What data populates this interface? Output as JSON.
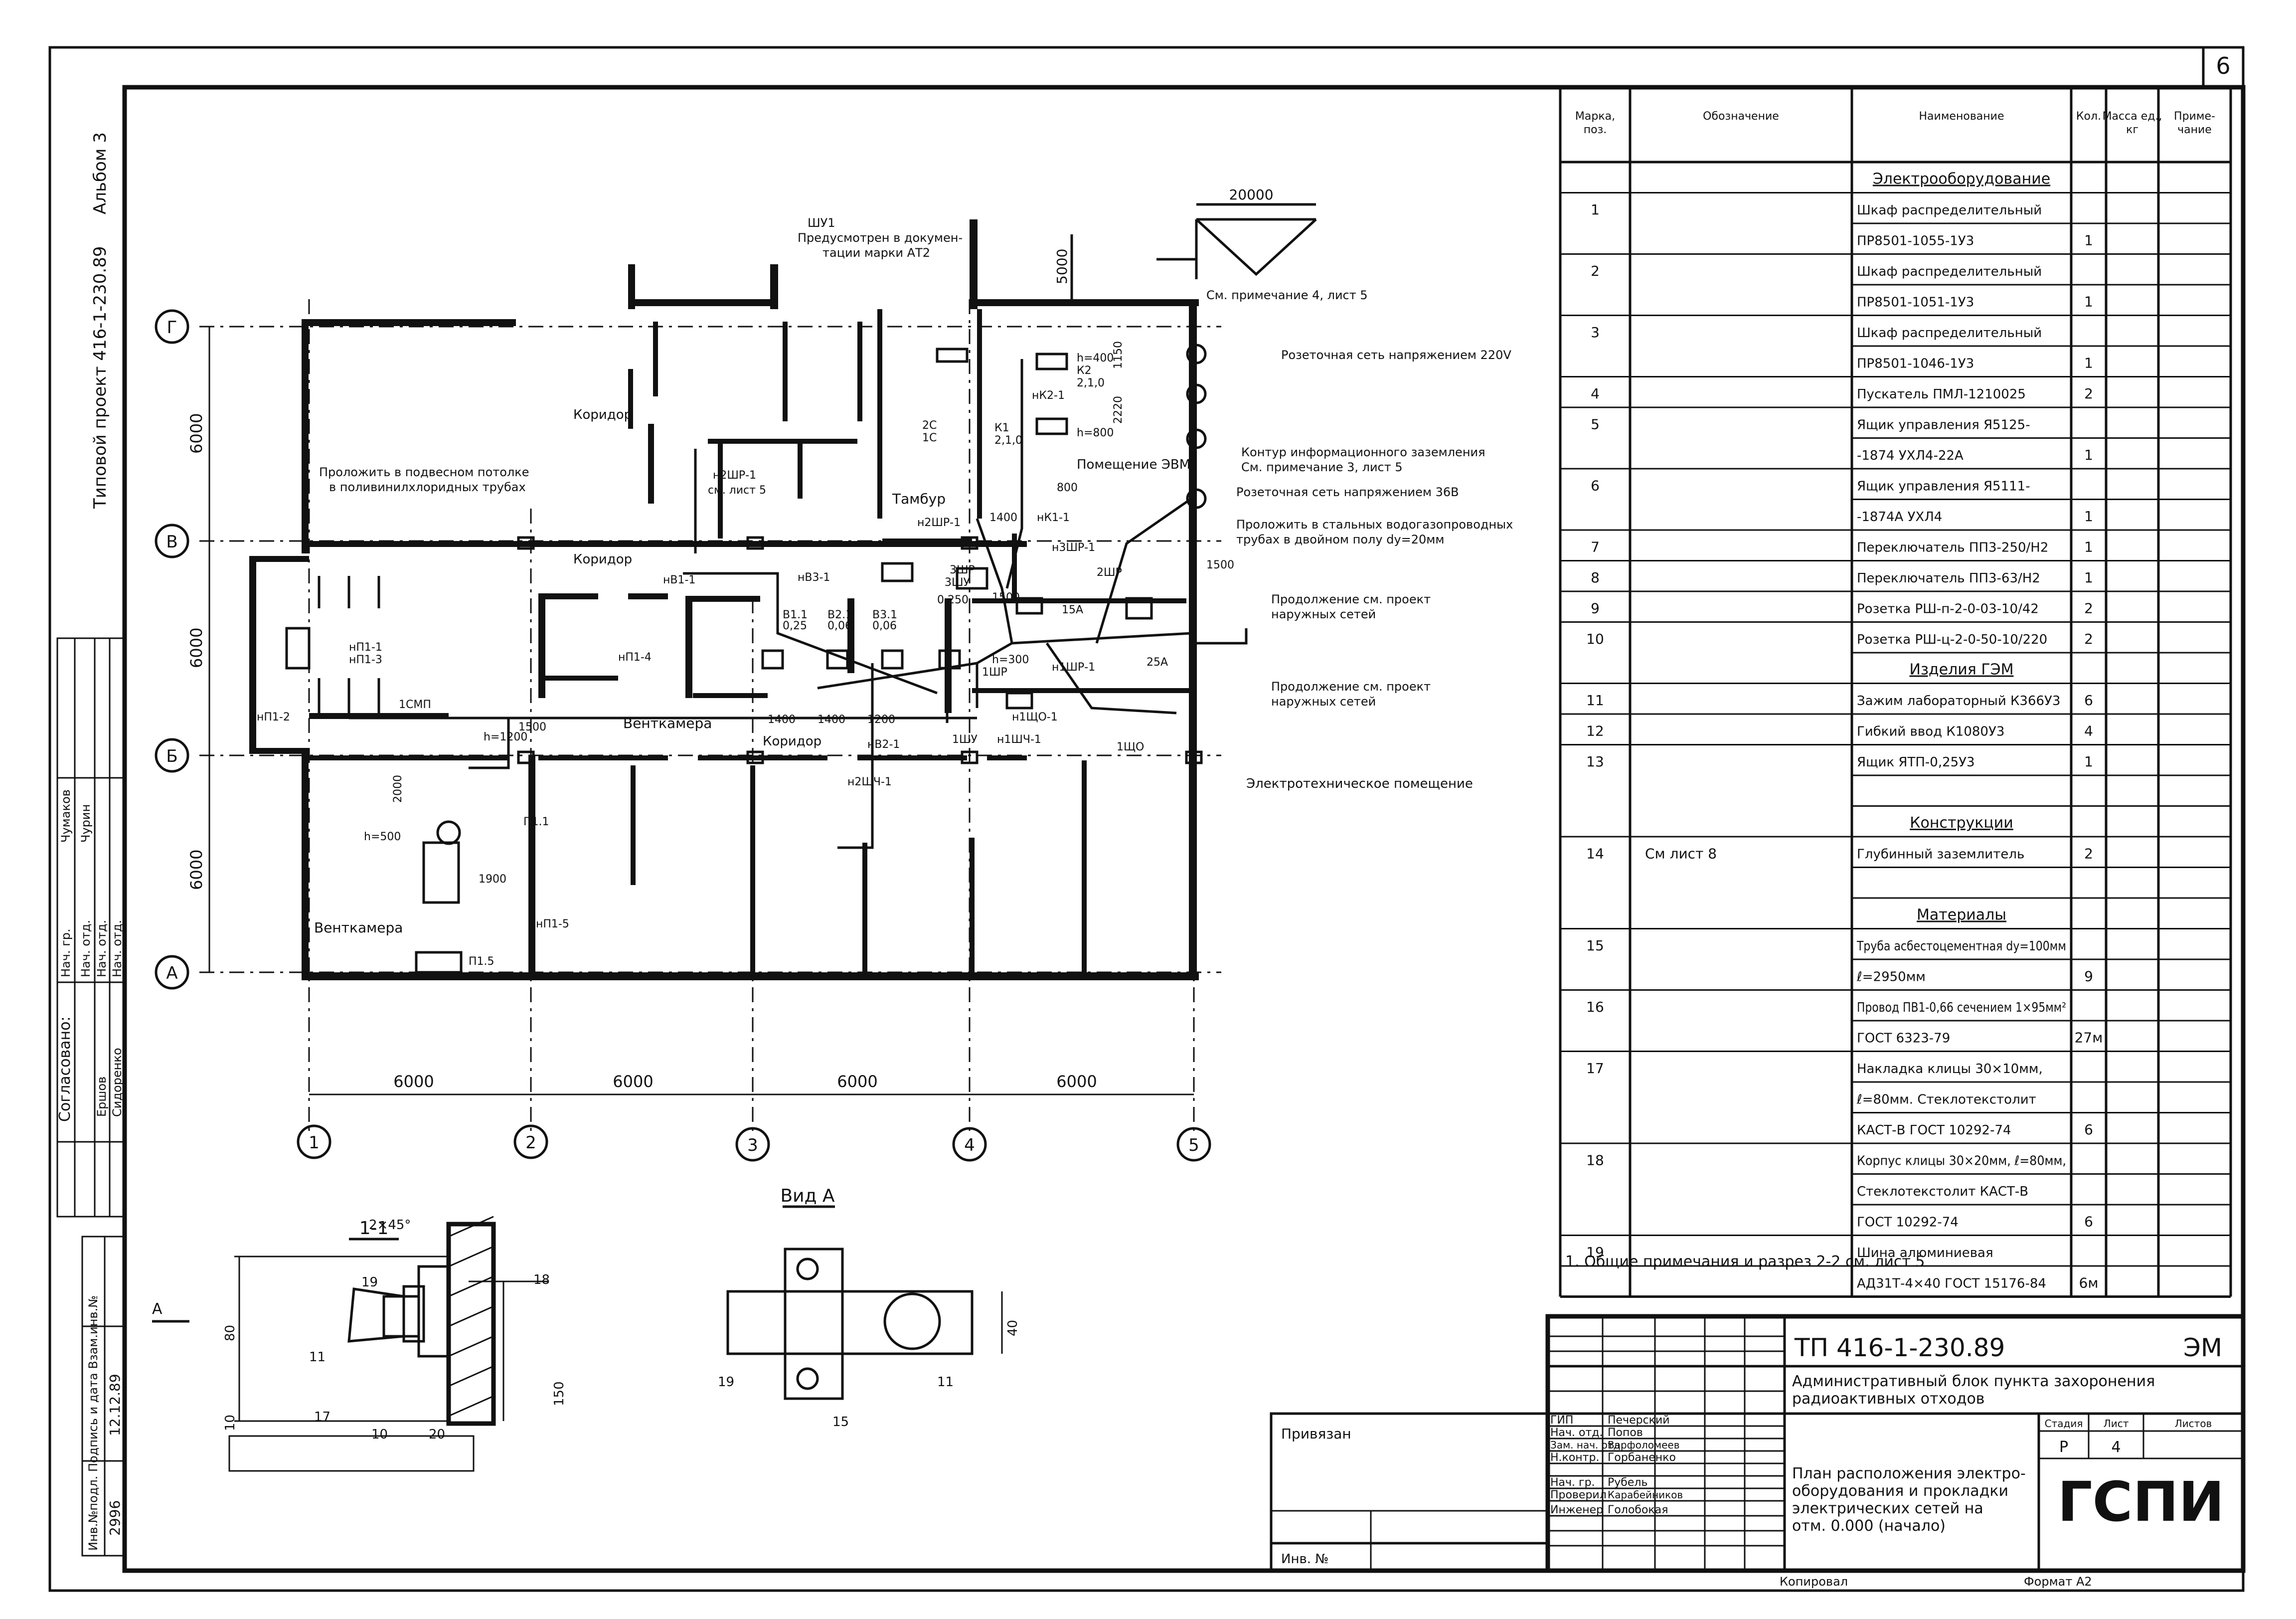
{
  "sheet": {
    "number": "6",
    "side_album": "Альбом 3",
    "side_project": "Типовой проект 416-1-230.89",
    "side_inventory": "Инв.№подл. Подпись и дата Взам.инв.№",
    "side_inventory_no": "2996",
    "side_date": "12.12.89",
    "approvals_title": "Согласовано:",
    "approvals": [
      {
        "role": "Нач. гр.",
        "name": "Чумаков"
      },
      {
        "role": "Нач. отд.",
        "name": "Чурин"
      },
      {
        "role": "Нач. отд.",
        "name": "Ершов"
      },
      {
        "role": "Нач. отд.",
        "name": "Сидоренко"
      }
    ]
  },
  "plan": {
    "axes_rows": [
      "Г",
      "В",
      "Б",
      "А"
    ],
    "axes_cols": [
      "1",
      "2",
      "3",
      "4",
      "5"
    ],
    "dim_row": [
      "6000",
      "6000",
      "6000"
    ],
    "dim_col": [
      "6000",
      "6000",
      "6000",
      "6000"
    ],
    "top_dims": [
      "20000",
      "5000"
    ],
    "room_labels": [
      "Коридор",
      "Коридор",
      "Тамбур",
      "Помещение ЭВМ",
      "Венткамера",
      "Венткамера",
      "Коридор",
      "Электротехническое помещение"
    ],
    "notes": [
      "ШУ1",
      "Предусмотрен в докумен-",
      "тации марки АТ2",
      "Проложить в подвесном потолке",
      "в поливинилхлоридных трубах",
      "Розеточная сеть напряжением 220V",
      "Контур информационного заземления",
      "См. примечание 3, лист 5",
      "Розеточная сеть напряжением 36В",
      "Проложить в стальных водогазопроводных",
      "трубах в двойном полу dу=20мм",
      "Продолжение см. проект",
      "наружных сетей",
      "Продолжение см. проект",
      "наружных сетей",
      "См. примечание 4, лист 5"
    ],
    "tags": [
      "н2ШР-1",
      "см. лист 5",
      "н2ШР-1",
      "нВ1-1",
      "нП1-1",
      "нП1-3",
      "нП1-4",
      "нП1-2",
      "нВ3-1",
      "нВ2-1",
      "нК1-1",
      "нК2-1",
      "н3ШР-1",
      "н1ШР-1",
      "нП1-5",
      "н2ШЧ-1",
      "н1ЩО-1",
      "н1ШЧ-1",
      "1ШУ",
      "1ЩО",
      "1СМП",
      "П1.1",
      "П1.5",
      "1ШР",
      "2ШР",
      "3ШР",
      "2С",
      "1С",
      "К1",
      "К2",
      "2,1,0",
      "2,1,0",
      "h=500",
      "h=1200",
      "h=400",
      "h=800",
      "h=300",
      "В1.1",
      "В2.1",
      "В3.1",
      "0,25",
      "0,06",
      "0,06",
      "15А",
      "25А",
      "1500",
      "1400",
      "1400",
      "1200",
      "1500",
      "2000",
      "2220",
      "1150",
      "1900",
      "1500",
      "800",
      "1400",
      "3ШУ",
      "0,250"
    ]
  },
  "section_1_1": {
    "title": "1-1",
    "marks": [
      "2×45°",
      "19",
      "11",
      "17",
      "18",
      "80",
      "150",
      "10",
      "10",
      "20",
      "А"
    ]
  },
  "view_a": {
    "title": "Вид А",
    "marks": [
      "19",
      "11",
      "40",
      "15"
    ]
  },
  "spec_table": {
    "headers": [
      "Марка, поз.",
      "Обозначение",
      "Наименование",
      "Кол.",
      "Масса ед., кг",
      "Приме- чание"
    ],
    "rows": [
      {
        "pos": "",
        "designation": "",
        "name": "Электрооборудование",
        "qty": "",
        "header": true
      },
      {
        "pos": "1",
        "designation": "",
        "name": "Шкаф распределительный",
        "qty": ""
      },
      {
        "pos": "",
        "designation": "",
        "name": "ПР8501-1055-1У3",
        "qty": "1"
      },
      {
        "pos": "2",
        "designation": "",
        "name": "Шкаф распределительный",
        "qty": ""
      },
      {
        "pos": "",
        "designation": "",
        "name": "ПР8501-1051-1У3",
        "qty": "1"
      },
      {
        "pos": "3",
        "designation": "",
        "name": "Шкаф распределительный",
        "qty": ""
      },
      {
        "pos": "",
        "designation": "",
        "name": "ПР8501-1046-1У3",
        "qty": "1"
      },
      {
        "pos": "4",
        "designation": "",
        "name": "Пускатель ПМЛ-1210025",
        "qty": "2"
      },
      {
        "pos": "5",
        "designation": "",
        "name": "Ящик управления Я5125-",
        "qty": ""
      },
      {
        "pos": "",
        "designation": "",
        "name": "-1874 УХЛ4-22А",
        "qty": "1"
      },
      {
        "pos": "6",
        "designation": "",
        "name": "Ящик управления Я5111-",
        "qty": ""
      },
      {
        "pos": "",
        "designation": "",
        "name": "-1874А УХЛ4",
        "qty": "1"
      },
      {
        "pos": "7",
        "designation": "",
        "name": "Переключатель ПП3-250/Н2",
        "qty": "1"
      },
      {
        "pos": "8",
        "designation": "",
        "name": "Переключатель ПП3-63/Н2",
        "qty": "1"
      },
      {
        "pos": "9",
        "designation": "",
        "name": "Розетка РШ-п-2-0-03-10/42",
        "qty": "2"
      },
      {
        "pos": "10",
        "designation": "",
        "name": "Розетка РШ-ц-2-0-50-10/220",
        "qty": "2"
      },
      {
        "pos": "",
        "designation": "",
        "name": "Изделия ГЭМ",
        "qty": "",
        "header": true
      },
      {
        "pos": "11",
        "designation": "",
        "name": "Зажим лабораторный К366У3",
        "qty": "6"
      },
      {
        "pos": "12",
        "designation": "",
        "name": "Гибкий ввод К1080У3",
        "qty": "4"
      },
      {
        "pos": "13",
        "designation": "",
        "name": "Ящик ЯТП-0,25У3",
        "qty": "1"
      },
      {
        "pos": "",
        "designation": "",
        "name": "",
        "qty": ""
      },
      {
        "pos": "",
        "designation": "",
        "name": "Конструкции",
        "qty": "",
        "header": true
      },
      {
        "pos": "14",
        "designation": "См лист 8",
        "name": "Глубинный заземлитель",
        "qty": "2"
      },
      {
        "pos": "",
        "designation": "",
        "name": "",
        "qty": ""
      },
      {
        "pos": "",
        "designation": "",
        "name": "Материалы",
        "qty": "",
        "header": true
      },
      {
        "pos": "15",
        "designation": "",
        "name": "Труба асбестоцементная dу=100мм",
        "qty": ""
      },
      {
        "pos": "",
        "designation": "",
        "name": "ℓ=2950мм",
        "qty": "9"
      },
      {
        "pos": "16",
        "designation": "",
        "name": "Провод ПВ1-0,66 сечением 1×95мм²",
        "qty": ""
      },
      {
        "pos": "",
        "designation": "",
        "name": "ГОСТ 6323-79",
        "qty": "27м"
      },
      {
        "pos": "17",
        "designation": "",
        "name": "Накладка клицы 30×10мм,",
        "qty": ""
      },
      {
        "pos": "",
        "designation": "",
        "name": "ℓ=80мм. Стеклотекстолит",
        "qty": ""
      },
      {
        "pos": "",
        "designation": "",
        "name": "КАСТ-В ГОСТ 10292-74",
        "qty": "6"
      },
      {
        "pos": "18",
        "designation": "",
        "name": "Корпус клицы 30×20мм, ℓ=80мм,",
        "qty": ""
      },
      {
        "pos": "",
        "designation": "",
        "name": "Стеклотекстолит КАСТ-В",
        "qty": ""
      },
      {
        "pos": "",
        "designation": "",
        "name": "ГОСТ 10292-74",
        "qty": "6"
      },
      {
        "pos": "19",
        "designation": "",
        "name": "Шина алюминиевая",
        "qty": ""
      },
      {
        "pos": "",
        "designation": "",
        "name": "АД31Т-4×40 ГОСТ 15176-84",
        "qty": "6м"
      }
    ],
    "footnote": "1. Общие примечания и разрез 2-2 см. лист 5"
  },
  "title_block": {
    "doc_code": "ТП 416-1-230.89",
    "mark": "ЭМ",
    "object_name_1": "Административный блок пункта захоронения",
    "object_name_2": "радиоактивных отходов",
    "sheet_title_1": "План расположения электро-",
    "sheet_title_2": "оборудования и прокладки",
    "sheet_title_3": "электрических сетей на",
    "sheet_title_4": "отм. 0.000 (начало)",
    "stage_label": "Стадия",
    "sheet_label": "Лист",
    "sheets_label": "Листов",
    "stage": "Р",
    "sheet_no": "4",
    "org": "ГСПИ",
    "privyazan": "Привязан",
    "inv_no": "Инв. №",
    "copied": "Копировал",
    "format": "Формат А2",
    "signatures": [
      {
        "role": "ГИП",
        "name": "Печерский"
      },
      {
        "role": "Нач. отд.",
        "name": "Попов"
      },
      {
        "role": "Зам. нач. отд.",
        "name": "Варфоломеев"
      },
      {
        "role": "Н.контр.",
        "name": "Горбаненко"
      },
      {
        "role": "Нач. гр.",
        "name": "Рубель"
      },
      {
        "role": "Проверил",
        "name": "Карабейников"
      },
      {
        "role": "Инженер",
        "name": "Голобокая"
      }
    ]
  }
}
